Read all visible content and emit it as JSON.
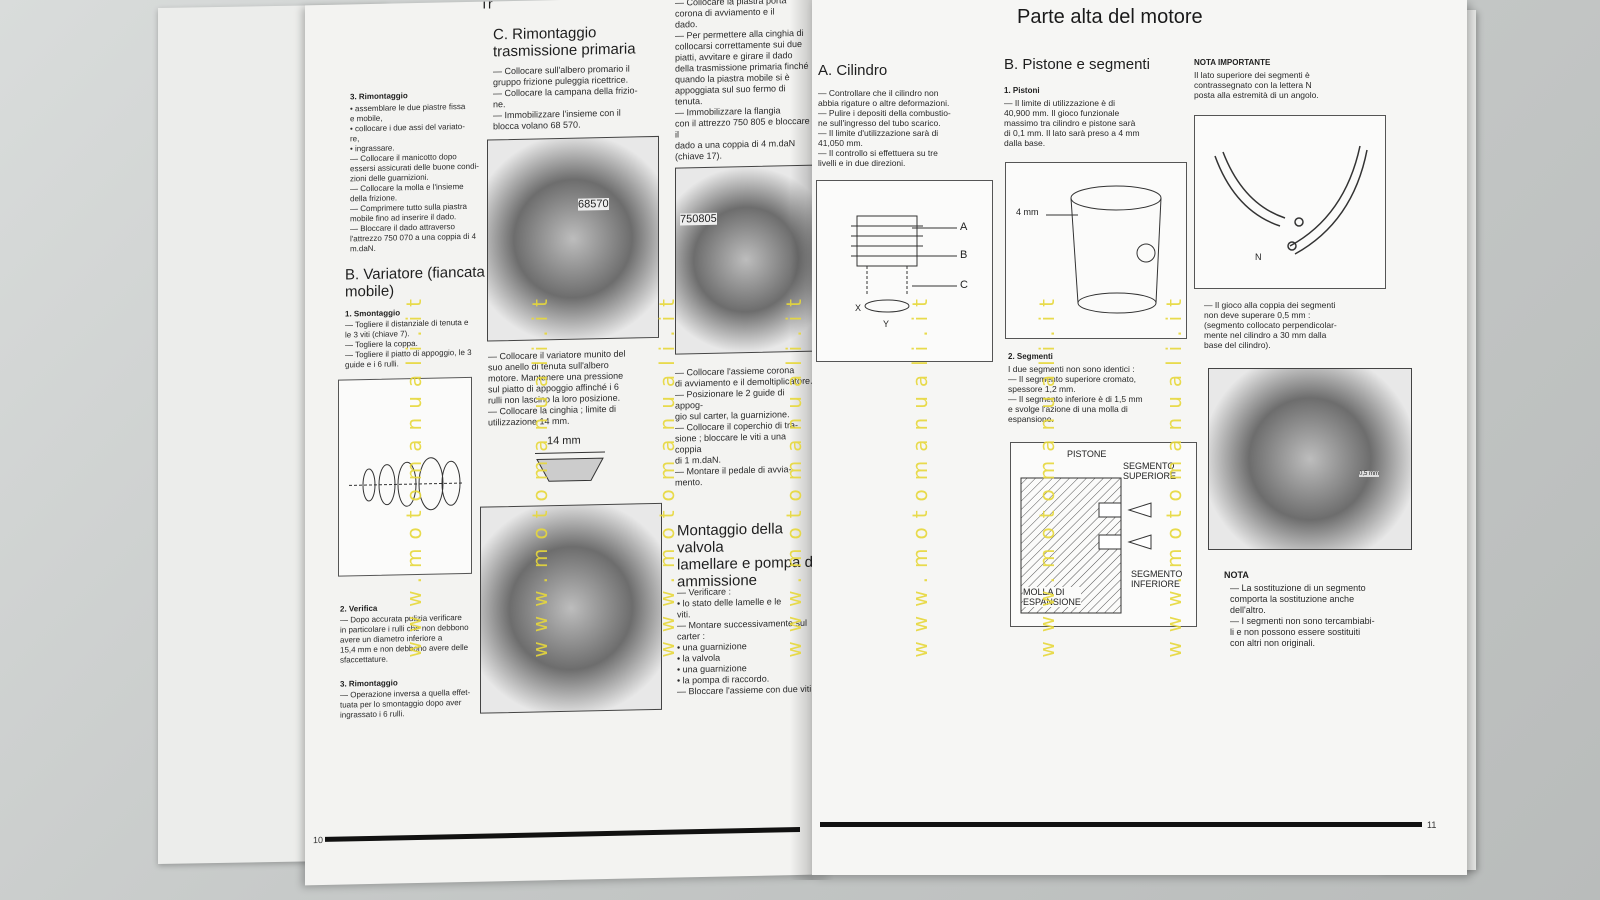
{
  "left_page": {
    "top_label": "Tr",
    "sec3_heading": "3. Rimontaggio",
    "sec3_text": "• assemblare le due piastre fissa\ne mobile,\n• collocare i due assi del variato-\nre,\n• ingrassare.\n— Collocare il manicotto dopo\nessersi assicurati delle buone condi-\nzioni delle guarnizioni.\n— Collocare la molla e l'insieme\ndella frizione.\n— Comprimere tutto sulla piastra\nmobile fino ad inserire il dado.\n— Bloccare il dado attraverso\nl'attrezzo 750 070 a una coppia di 4\nm.daN.",
    "secB_heading": "B. Variatore (fiancata\nmobile)",
    "smontaggio_heading": "1. Smontaggio",
    "smontaggio_text": "— Togliere il distanziale di tenuta e\nle 3 viti (chiave 7).\n— Togliere la coppa.\n— Togliere il piatto di appoggio, le 3\nguide e i 6 rulli.",
    "verifica_heading": "2. Verifica",
    "verifica_text": "— Dopo accurata pulizia verificare\nin particolare i rulli che non debbono\navere un diametro inferiore a\n15,4 mm e non debbono avere delle\nsfaccettature.",
    "rimontaggio_heading": "3. Rimontaggio",
    "rimontaggio_text": "— Operazione inversa a quella effet-\ntuata per lo smontaggio dopo aver\ningrassato i 6 rulli.",
    "secC_heading": "C. Rimontaggio\ntrasmissione primaria",
    "secC_text": "— Collocare sull'albero promario il\ngruppo frizione puleggia ricettrice.\n— Collocare la campana della frizio-\nne.\n— Immobilizzare l'insieme con il\nblocca volano 68 570.",
    "fig_label_68570": "68570",
    "mid_text": "— Collocare il variatore munito del\nsuo anello di tenuta sull'albero\nmotore. Mantenere una pressione\nsul piatto di appoggio affinché i 6\nrulli non lascino la loro posizione.\n— Collocare la cinghia ; limite di\nutilizzazione 14 mm.",
    "dim_14mm": "14 mm",
    "col3_text": "— Collocare la piastra porta\ncorona di avviamento e il\ndado.\n— Per permettere alla cinghia di\ncollocarsi correttamente sui due\npiatti, avvitare e girare il dado\ndella trasmissione primaria finché\nquando la piastra mobile si è\nappoggiata sul suo fermo di\ntenuta.\n— Immobilizzare la flangia\ncon il attrezzo 750 805 e bloccare il\ndado a una coppia di 4 m.daN\n(chiave 17).",
    "fig_label_750805": "750805",
    "col3_text2": "— Collocare l'assieme corona\ndi avviamento e il demoltiplicatore.\n— Posizionare le 2 guide di appog-\ngio sul carter, la guarnizione.\n— Collocare il coperchio di tra-\nsione ; bloccare le viti a una coppia\ndi 1 m.daN.\n— Montare il pedale di avvia-\nmento.",
    "valve_heading": "Montaggio della valvola\nlamellare e pompa di\nammissione",
    "valve_text": "— Verificare :\n   • lo stato delle lamelle e le\n   viti.\n— Montare successivamente sul\ncarter :\n   • una guarnizione\n   • la valvola\n   • una guarnizione\n   • la pompa di raccordo.\n— Bloccare l'assieme con due viti.",
    "page_number": "10"
  },
  "right_page": {
    "title": "Parte alta del motore",
    "secA_heading": "A. Cilindro",
    "secA_text": "— Controllare che il cilindro non\nabbia rigature o altre deformazioni.\n— Pulire i depositi della combustio-\nne sull'ingresso del tubo scarico.\n— Il limite d'utilizzazione sarà di\n41,050 mm.\n— Il controllo si effettuera su tre\nlivelli e in due direzioni.",
    "cyl_labels": {
      "a": "A",
      "b": "B",
      "c": "C",
      "x": "X",
      "y": "Y"
    },
    "secB_heading": "B. Pistone e segmenti",
    "pistoni_heading": "1. Pistoni",
    "pistoni_text": "— Il limite di utilizzazione è di\n40,900 mm. Il gioco funzionale\nmassimo tra cilindro e pistone sarà\ndi 0,1 mm. Il lato sarà preso a 4 mm\ndalla base.",
    "piston_dim": "4 mm",
    "segmenti_heading": "2. Segmenti",
    "segmenti_text": "I due segmenti non sono identici :\n— Il segmento superiore cromato,\nspessore 1,2 mm.\n— Il segmento inferiore è di 1,5 mm\ne svolge l'azione di una molla di\nespansione.",
    "ring_labels": {
      "pistone": "PISTONE",
      "seg_sup": "SEGMENTO\nSUPERIORE",
      "seg_inf": "SEGMENTO\nINFERIORE",
      "molla": "MOLLA DI\nESPANSIONE"
    },
    "nota_imp_heading": "NOTA IMPORTANTE",
    "nota_imp_text": "Il lato superiore dei segmenti è\ncontrassegnato con la lettera N\nposta alla estremità di un angolo.",
    "n_label": "N",
    "gap_text": "— Il gioco alla coppia dei segmenti\nnon deve superare 0,5 mm :\n(segmento collocato perpendicolar-\nmente nel cilindro a 30 mm dalla\nbase del cilindro).",
    "gap_dim": "0,5 mm",
    "nota_heading": "NOTA",
    "nota_text": "— La sostituzione di un segmento\ncomporta la sostituzione anche\ndell'altro.\n— I segmenti non sono tercambiabi-\nli e non possono essere sostituiti\ncon altri non originali.",
    "page_number": "11"
  },
  "watermark": "www.motomanuali.it",
  "colors": {
    "watermark": "#e7d83a",
    "paper": "#f5f5f3",
    "ink": "#222222"
  }
}
